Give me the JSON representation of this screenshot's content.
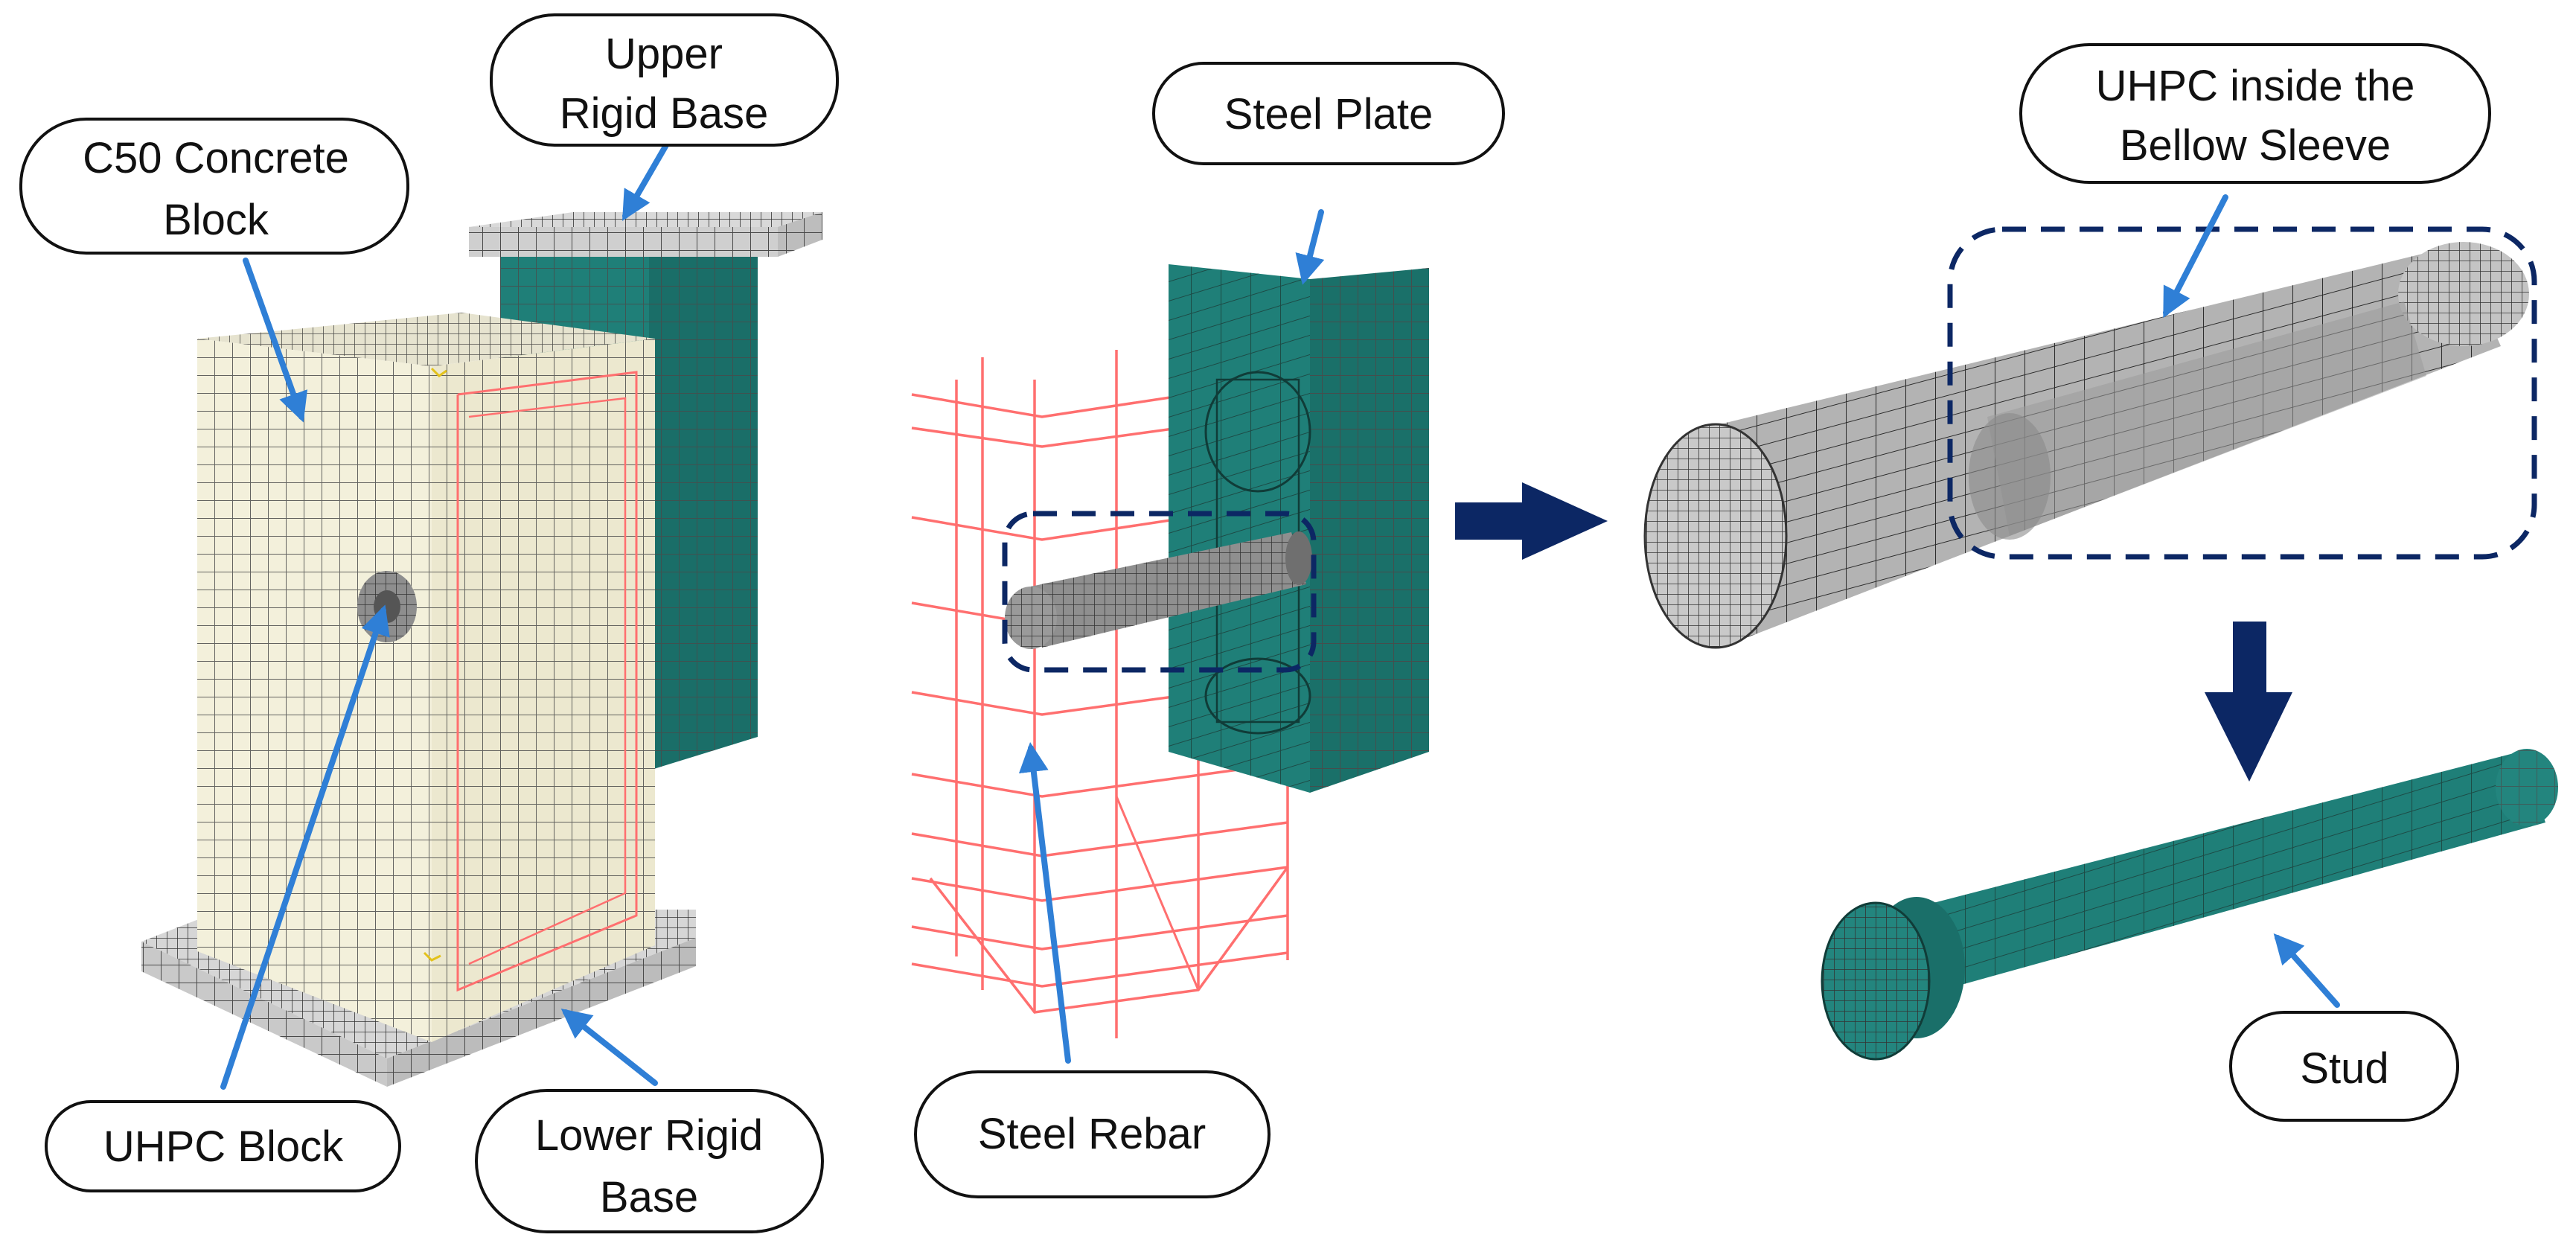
{
  "labels": {
    "upper_rigid_base": [
      "Upper",
      "Rigid Base"
    ],
    "c50_concrete_block": [
      "C50 Concrete",
      "Block"
    ],
    "steel_plate": [
      "Steel Plate"
    ],
    "uhpc_inside_sleeve": [
      "UHPC inside the",
      "Bellow Sleeve"
    ],
    "uhpc_block": [
      "UHPC Block"
    ],
    "lower_rigid_base": [
      "Lower Rigid",
      "Base"
    ],
    "steel_rebar": [
      "Steel Rebar"
    ],
    "stud": [
      "Stud"
    ]
  },
  "colors": {
    "concrete": "#f3f0db",
    "steel_teal": "#1f7f78",
    "rigid_base": "#d9d9d9",
    "uhpc_gray": "#a7a7a7",
    "rebar": "#ff6f6f",
    "leader_arrow": "#2f7fd6",
    "flow_arrow": "#0c2764",
    "callout_border": "#111111",
    "mesh_line": "#333333"
  }
}
